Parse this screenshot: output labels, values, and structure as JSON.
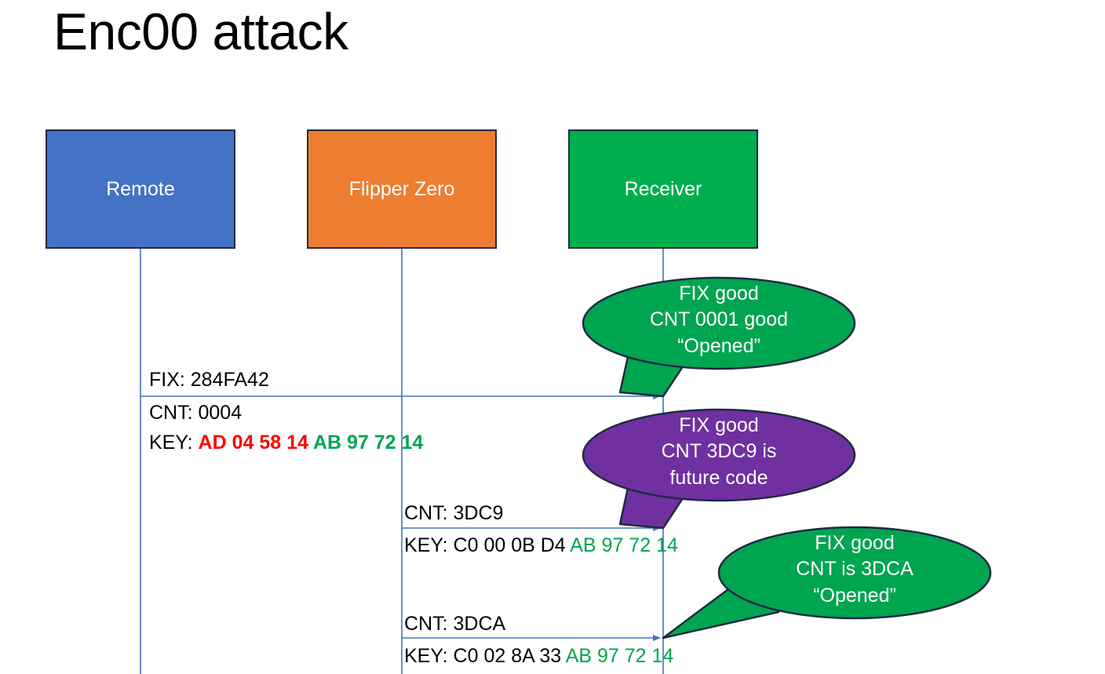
{
  "slide": {
    "title": "Enc00 attack",
    "background": "#FFFFFF"
  },
  "colors": {
    "remote_blue": "#4472C4",
    "flipper_orange": "#ED7D31",
    "receiver_green": "#00AE4D",
    "bubble_green": "#00A550",
    "bubble_purple": "#7030A0",
    "border_dark": "#1F2A44",
    "lifeline_blue": "#4472C4",
    "key_red": "#FF0000",
    "key_green": "#00A550"
  },
  "actors": [
    {
      "id": "remote",
      "label": "Remote",
      "fill": "#4472C4"
    },
    {
      "id": "flipper",
      "label": "Flipper Zero",
      "fill": "#ED7D31"
    },
    {
      "id": "receiver",
      "label": "Receiver",
      "fill": "#00AE4D"
    }
  ],
  "messages": [
    {
      "id": "msg-1",
      "from": "remote",
      "to": "receiver",
      "line1": "FIX: 284FA42",
      "line2": "CNT: 0004",
      "line3_prefix": "KEY: ",
      "line3_red": "AD 04 58 14 ",
      "line3_green": "AB 97 72 14"
    },
    {
      "id": "msg-2",
      "from": "flipper",
      "to": "receiver",
      "line1": "CNT: 3DC9",
      "line2_prefix": "KEY: C0 00 0B D4 ",
      "line2_green": "AB 97 72 14"
    },
    {
      "id": "msg-3",
      "from": "flipper",
      "to": "receiver",
      "line1": "CNT: 3DCA",
      "line2_prefix": "KEY: C0 02 8A 33 ",
      "line2_green": "AB 97 72 14"
    }
  ],
  "callouts": [
    {
      "id": "callout-1",
      "fill": "#00A550",
      "line1": "FIX good",
      "line2": "CNT 0001 good",
      "line3": "“Opened”"
    },
    {
      "id": "callout-2",
      "fill": "#7030A0",
      "line1": "FIX good",
      "line2": "CNT 3DC9 is",
      "line3": "future code"
    },
    {
      "id": "callout-3",
      "fill": "#00A550",
      "line1": "FIX good",
      "line2": "CNT is 3DCA",
      "line3": "“Opened”"
    }
  ]
}
